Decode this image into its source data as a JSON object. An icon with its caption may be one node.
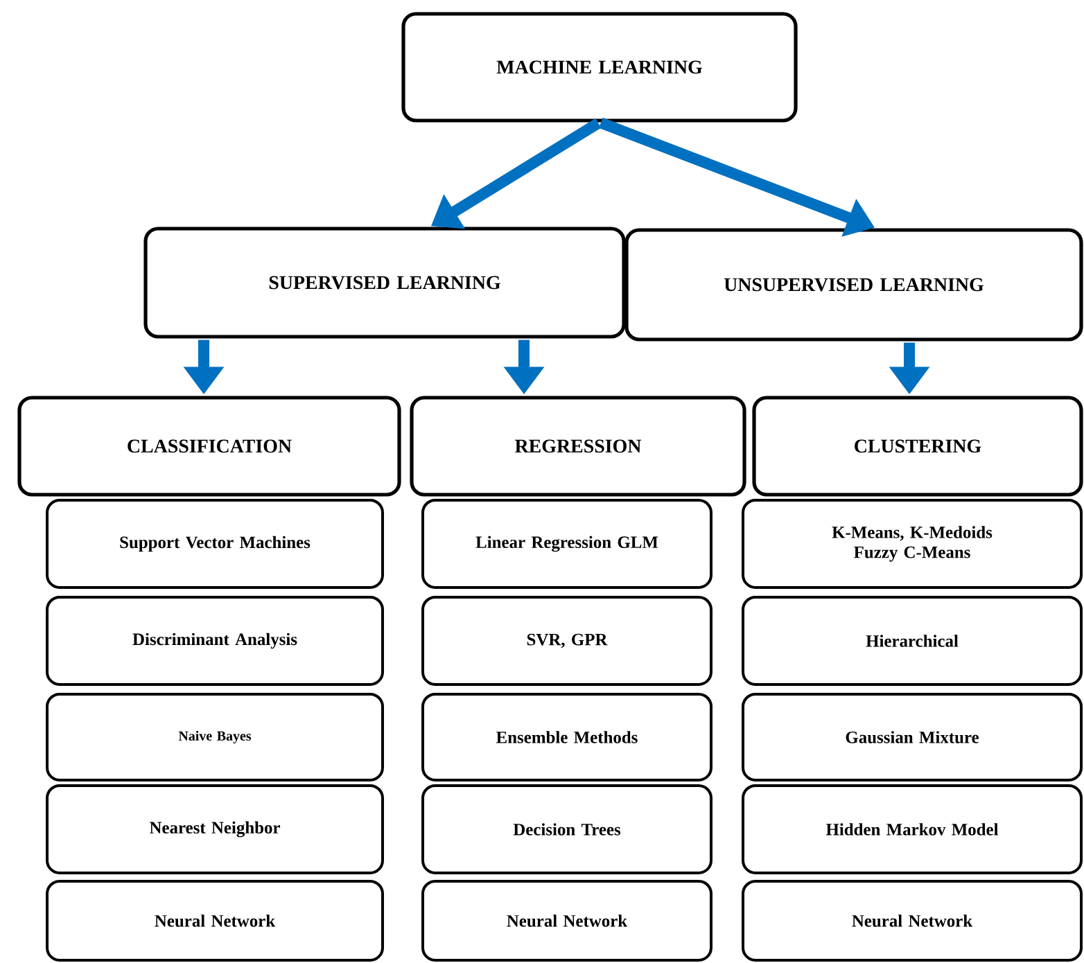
{
  "diagram": {
    "nodes": [
      {
        "text": [
          "MACHINE LEARNING"
        ]
      },
      {
        "text": [
          "SUPERVISED LEARNING"
        ]
      },
      {
        "text": [
          "UNSUPERVISED LEARNING"
        ]
      },
      {
        "text": [
          "CLASSIFICATION"
        ]
      },
      {
        "text": [
          "REGRESSION"
        ]
      },
      {
        "text": [
          "CLUSTERING"
        ]
      },
      {
        "text": [
          "Support Vector Machines"
        ]
      },
      {
        "text": [
          "Linear Regression GLM"
        ]
      },
      {
        "text": [
          "K-Means, K-Medoids Fuzzy C-Means"
        ]
      },
      {
        "text": [
          "Discriminant Analysis"
        ]
      },
      {
        "text": [
          "SVR, GPR"
        ]
      },
      {
        "text": [
          "Hierarchical"
        ]
      },
      {
        "text": [
          "Naive Bayes"
        ]
      },
      {
        "text": [
          "Ensemble Methods"
        ]
      },
      {
        "text": [
          "Gaussian Mixture"
        ]
      },
      {
        "text": [
          "Nearest Neighbor"
        ]
      },
      {
        "text": [
          "Decision Trees"
        ]
      },
      {
        "text": [
          "Hidden Markov Model"
        ]
      },
      {
        "text": [
          "Neural Network"
        ]
      },
      {
        "text": [
          "Neural Network"
        ]
      },
      {
        "text": [
          "Neural Network"
        ]
      }
    ],
    "edges": [
      {
        "from": 0,
        "to": 1,
        "arrow": "to"
      },
      {
        "from": 0,
        "to": 2,
        "arrow": "to"
      },
      {
        "from": 1,
        "to": 3,
        "arrow": "to"
      },
      {
        "from": 1,
        "to": 4,
        "arrow": "to"
      },
      {
        "from": 2,
        "to": 5,
        "arrow": "to"
      }
    ]
  }
}
